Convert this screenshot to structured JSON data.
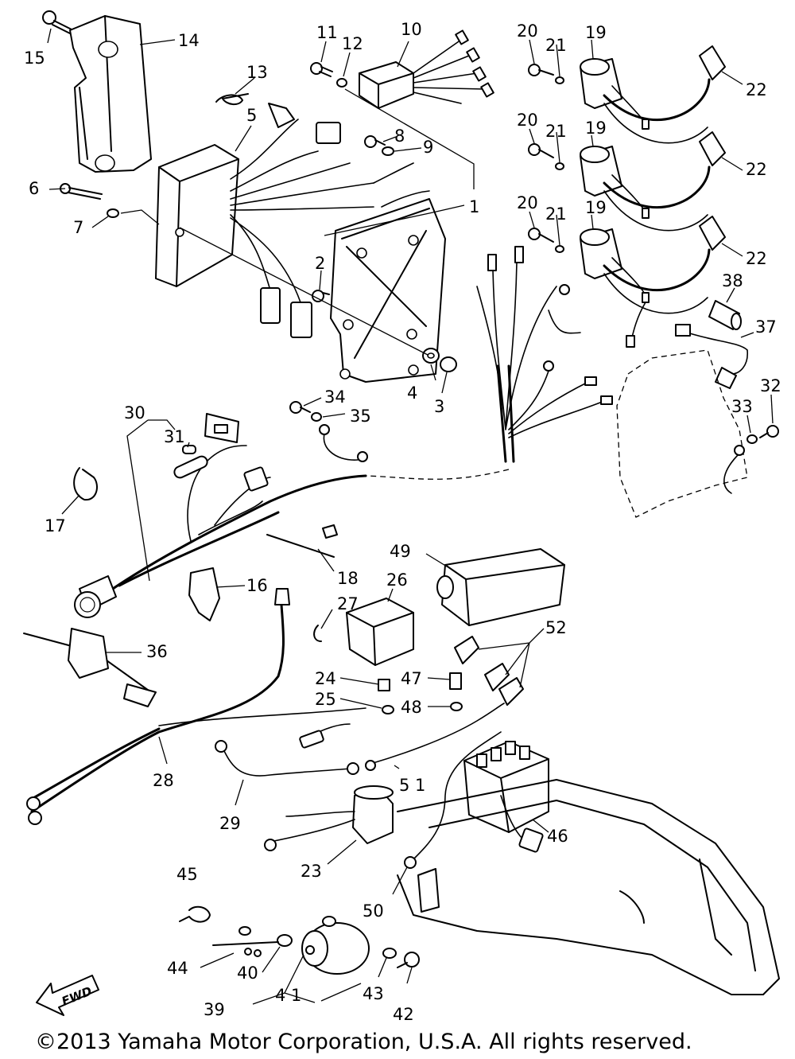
{
  "callouts": {
    "c1": "1",
    "c2": "2",
    "c3": "3",
    "c4": "4",
    "c5": "5",
    "c6": "6",
    "c7": "7",
    "c8": "8",
    "c9": "9",
    "c10": "10",
    "c11": "11",
    "c12": "12",
    "c13": "13",
    "c14": "14",
    "c15": "15",
    "c16": "16",
    "c17": "17",
    "c18": "18",
    "c19a": "19",
    "c19b": "19",
    "c19c": "19",
    "c20a": "20",
    "c20b": "20",
    "c20c": "20",
    "c21a": "21",
    "c21b": "21",
    "c21c": "21",
    "c22a": "22",
    "c22b": "22",
    "c22c": "22",
    "c23": "23",
    "c24": "24",
    "c25": "25",
    "c26": "26",
    "c27": "27",
    "c28": "28",
    "c29": "29",
    "c30": "30",
    "c31": "31",
    "c32": "32",
    "c33": "33",
    "c34": "34",
    "c35": "35",
    "c36": "36",
    "c37": "37",
    "c38": "38",
    "c39": "39",
    "c40": "40",
    "c41": "4 1",
    "c42": "42",
    "c43": "43",
    "c44": "44",
    "c45": "45",
    "c46": "46",
    "c47": "47",
    "c48": "48",
    "c49": "49",
    "c50": "50",
    "c51": "5 1",
    "c52": "52"
  },
  "direction_badge": "FWD",
  "copyright": "©2013 Yamaha Motor Corporation, U.S.A. All rights reserved."
}
